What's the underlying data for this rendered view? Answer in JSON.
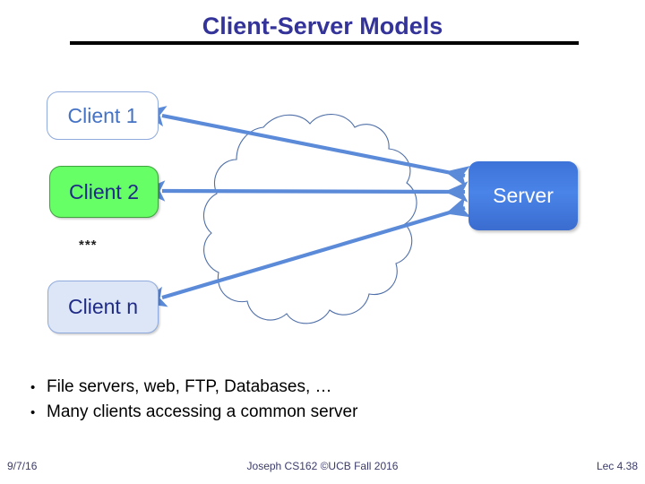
{
  "slide": {
    "title": "Client-Server Models",
    "title_color": "#333399",
    "rule_color": "#000000",
    "background": "#ffffff"
  },
  "diagram": {
    "cloud": {
      "name": "network-cloud",
      "stroke_color": "#4F6FA8",
      "fill_color": "#ffffff"
    },
    "nodes": [
      {
        "id": "client1",
        "label": "Client 1",
        "fill": "#ffffff",
        "border": "#8FAADC",
        "text_color": "#4472C4"
      },
      {
        "id": "client2",
        "label": "Client 2",
        "fill": "#66FF66",
        "border": "#3FA23F",
        "text_color": "#1F2B86"
      },
      {
        "id": "clientn",
        "label": "Client n",
        "fill": "#DCE6F6",
        "border": "#8FAADC",
        "text_color": "#1F2B86"
      },
      {
        "id": "server",
        "label": "Server",
        "fill": "#4A84E8",
        "border": "#3B6CCF",
        "text_color": "#ffffff"
      }
    ],
    "ellipsis": "***",
    "connectors": {
      "color": "#5B8AD9",
      "count": 3,
      "style": "double-headed-arrow",
      "links": [
        {
          "from": "server",
          "to": "client1"
        },
        {
          "from": "server",
          "to": "client2"
        },
        {
          "from": "server",
          "to": "clientn"
        }
      ]
    }
  },
  "bullets": [
    {
      "marker": "•",
      "text": "File servers, web, FTP, Databases, …"
    },
    {
      "marker": "•",
      "text": "Many clients accessing a common server"
    }
  ],
  "footer": {
    "date": "9/7/16",
    "center": "Joseph CS162 ©UCB Fall 2016",
    "lecture": "Lec 4.38",
    "color": "#3B3B6B"
  }
}
